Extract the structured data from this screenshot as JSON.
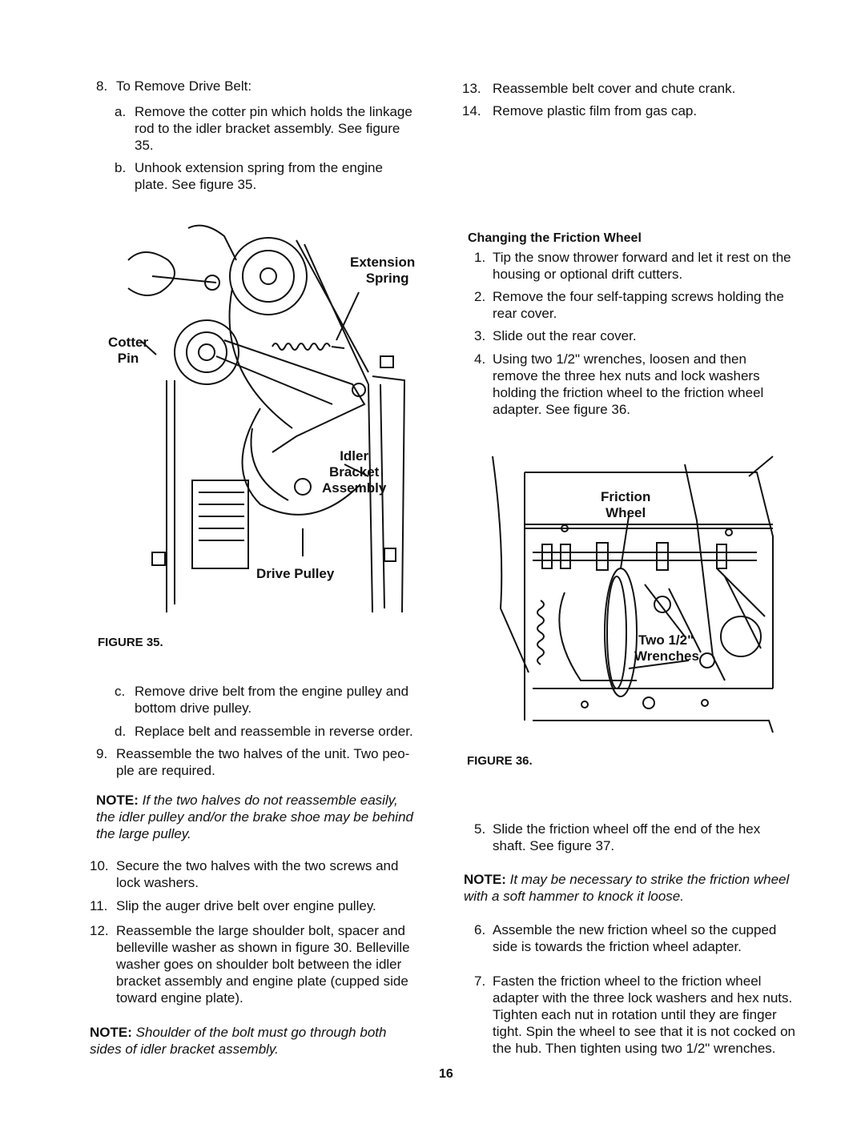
{
  "left": {
    "step8": {
      "num": "8.",
      "text": "To Remove Drive Belt:"
    },
    "step8a": {
      "num": "a.",
      "lines": [
        "Remove the cotter pin which holds the linkage",
        "rod to the idler bracket assembly. See figure",
        "35."
      ]
    },
    "step8b": {
      "num": "b.",
      "lines": [
        "Unhook extension spring from the engine",
        "plate. See figure 35."
      ]
    },
    "figure35": {
      "label": "FIGURE 35.",
      "callouts": {
        "extension": "Extension",
        "spring": "Spring",
        "cotter": "Cotter",
        "pin": "Pin",
        "idler": "Idler",
        "bracket": "Bracket",
        "assembly": "Assembly",
        "drive_pulley": "Drive Pulley"
      }
    },
    "step8c": {
      "num": "c.",
      "lines": [
        "Remove drive belt from the engine pulley and",
        "bottom drive pulley."
      ]
    },
    "step8d": {
      "num": "d.",
      "lines": [
        "Replace belt and reassemble in reverse order."
      ]
    },
    "step9": {
      "num": "9.",
      "lines": [
        "Reassemble the two halves of the unit. Two peo-",
        "ple are required."
      ]
    },
    "note1": {
      "label": "NOTE:",
      "lines": [
        "If the two halves do not reassemble easily,",
        "the idler pulley and/or the brake shoe may be behind",
        "the large pulley."
      ]
    },
    "step10": {
      "num": "10.",
      "lines": [
        "Secure the two halves with the two screws and",
        "lock washers."
      ]
    },
    "step11": {
      "num": "11.",
      "lines": [
        "Slip the auger drive belt over engine pulley."
      ]
    },
    "step12": {
      "num": "12.",
      "lines": [
        "Reassemble the large shoulder bolt, spacer and",
        "belleville washer as shown in figure 30. Belleville",
        "washer goes on shoulder bolt between the idler",
        "bracket assembly and engine plate (cupped side",
        "toward engine plate)."
      ]
    },
    "note2": {
      "label": "NOTE:",
      "lines": [
        "Shoulder of the bolt must go through both",
        "sides of idler bracket assembly."
      ]
    }
  },
  "right": {
    "step13": {
      "num": "13.",
      "lines": [
        "Reassemble belt cover and chute crank."
      ]
    },
    "step14": {
      "num": "14.",
      "lines": [
        "Remove plastic film from gas cap."
      ]
    },
    "heading": "Changing the Friction Wheel",
    "r1": {
      "num": "1.",
      "lines": [
        "Tip the snow thrower forward and let it rest on the",
        "housing or optional drift cutters."
      ]
    },
    "r2": {
      "num": "2.",
      "lines": [
        "Remove the four self-tapping screws holding the",
        "rear cover."
      ]
    },
    "r3": {
      "num": "3.",
      "lines": [
        "Slide out the rear cover."
      ]
    },
    "r4": {
      "num": "4.",
      "lines": [
        "Using two 1/2\" wrenches, loosen and then",
        "remove the three hex nuts and lock washers",
        "holding the friction wheel to the friction wheel",
        "adapter. See figure 36."
      ]
    },
    "figure36": {
      "label": "FIGURE 36.",
      "callouts": {
        "friction": "Friction",
        "wheel": "Wheel",
        "two": "Two 1/2\"",
        "wrenches": "Wrenches"
      }
    },
    "r5": {
      "num": "5.",
      "lines": [
        "Slide the friction wheel off the end of the hex",
        "shaft. See figure 37."
      ]
    },
    "note3": {
      "label": "NOTE:",
      "lines": [
        "It may be necessary to strike the friction wheel",
        "with a soft hammer to knock it loose."
      ]
    },
    "r6": {
      "num": "6.",
      "lines": [
        "Assemble the new friction wheel so the cupped",
        "side is towards the friction wheel adapter."
      ]
    },
    "r7": {
      "num": "7.",
      "lines": [
        "Fasten the friction wheel to the friction wheel",
        "adapter with the three lock washers and hex nuts.",
        "Tighten each nut in rotation until they are finger",
        "tight. Spin the wheel to see that it is not cocked on",
        "the hub. Then tighten using two 1/2\" wrenches."
      ]
    }
  },
  "page_number": "16"
}
